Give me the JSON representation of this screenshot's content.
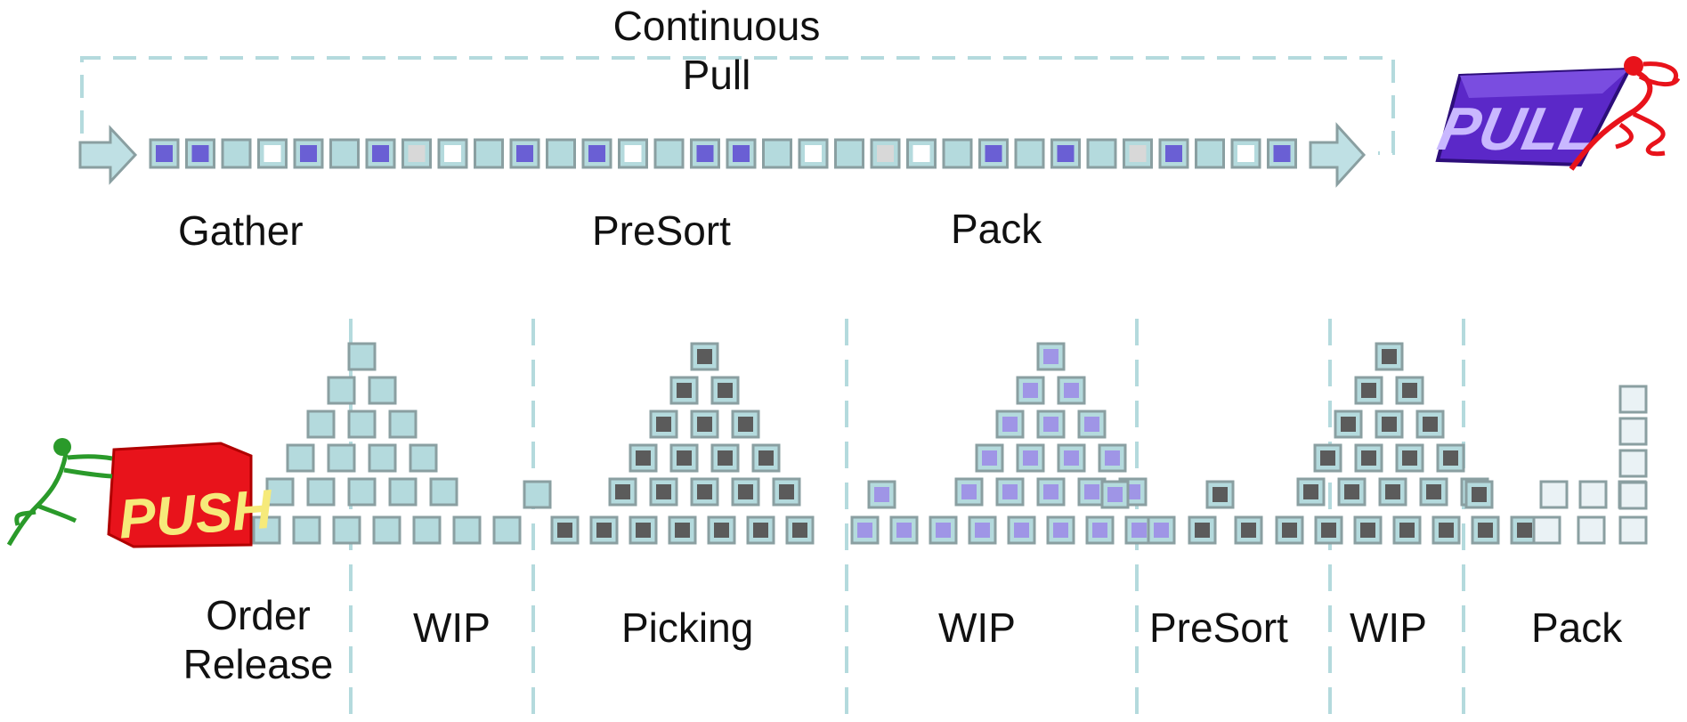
{
  "top": {
    "title_line1": "Continuous",
    "title_line2": "Pull",
    "stage_labels": [
      "Gather",
      "PreSort",
      "Pack"
    ],
    "pull_logo_text": "PULL",
    "conveyor": [
      "blue",
      "blue",
      "teal",
      "white",
      "blue",
      "teal",
      "blue",
      "gray",
      "white",
      "teal",
      "blue",
      "teal",
      "blue",
      "white",
      "teal",
      "blue",
      "blue",
      "teal",
      "white",
      "teal",
      "gray",
      "white",
      "teal",
      "blue",
      "teal",
      "blue",
      "teal",
      "gray",
      "blue",
      "teal",
      "white",
      "blue"
    ]
  },
  "bottom": {
    "push_logo_text": "PUSH",
    "section_labels": {
      "order_release_line1": "Order",
      "order_release_line2": "Release",
      "wip_1": "WIP",
      "picking": "Picking",
      "wip_2": "WIP",
      "presort": "PreSort",
      "wip_3": "WIP",
      "pack": "Pack"
    }
  },
  "colors": {
    "teal_box": "#b4dadd",
    "blue_box": "#6a5fd4",
    "lavender_box": "#9f95e6",
    "gray_box": "#5b5b5b",
    "light_box": "#eaf2f5",
    "white_box": "#ffffff",
    "box_border": "#8a9fa1",
    "dashed_line": "#b4dadd",
    "arrow_fill": "#bfe0e4"
  }
}
